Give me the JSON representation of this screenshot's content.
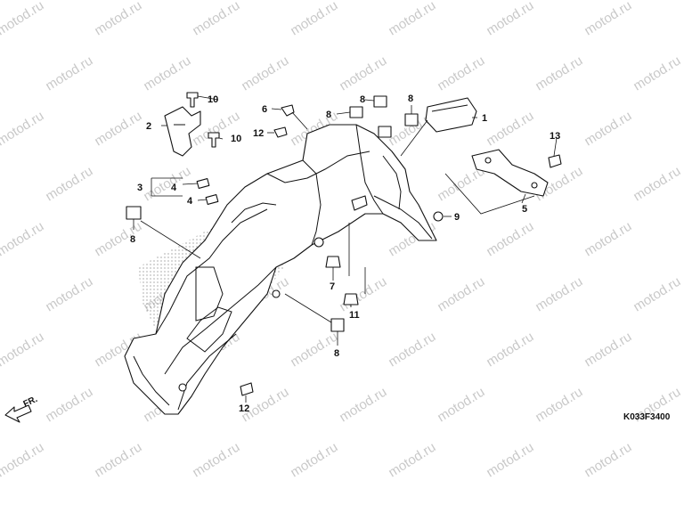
{
  "watermark": {
    "text": "motod.ru"
  },
  "diagram_code": "K033F3400",
  "front_marker": {
    "label": "FR."
  },
  "callouts": [
    {
      "id": "c1",
      "label": "1"
    },
    {
      "id": "c2",
      "label": "2"
    },
    {
      "id": "c3",
      "label": "3"
    },
    {
      "id": "c4a",
      "label": "4"
    },
    {
      "id": "c4b",
      "label": "4"
    },
    {
      "id": "c5",
      "label": "5"
    },
    {
      "id": "c6",
      "label": "6"
    },
    {
      "id": "c7",
      "label": "7"
    },
    {
      "id": "c8a",
      "label": "8"
    },
    {
      "id": "c8b",
      "label": "8"
    },
    {
      "id": "c8c",
      "label": "8"
    },
    {
      "id": "c8d",
      "label": "8"
    },
    {
      "id": "c8e",
      "label": "8"
    },
    {
      "id": "c9",
      "label": "9"
    },
    {
      "id": "c10a",
      "label": "10"
    },
    {
      "id": "c10b",
      "label": "10"
    },
    {
      "id": "c11",
      "label": "11"
    },
    {
      "id": "c12a",
      "label": "12"
    },
    {
      "id": "c12b",
      "label": "12"
    },
    {
      "id": "c13",
      "label": "13"
    }
  ]
}
